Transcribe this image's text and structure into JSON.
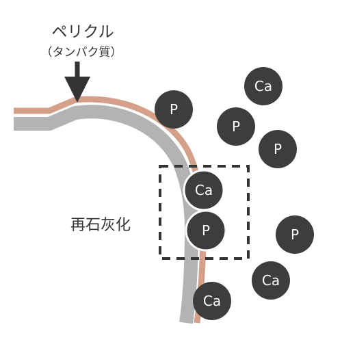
{
  "pellicle": {
    "label": "ペリクル",
    "sublabel": "（タンパク質）"
  },
  "remineralization": {
    "label": "再石灰化"
  },
  "ions": {
    "ca": "Ca",
    "p": "P"
  },
  "colors": {
    "pellicle_layer": "#d4a08a",
    "enamel_layer": "#b3b3b3",
    "ion_fill": "#3d3d3d",
    "ion_text": "#ffffff",
    "arrow": "#333333",
    "dashed_box": "#333333",
    "text": "#333333"
  }
}
